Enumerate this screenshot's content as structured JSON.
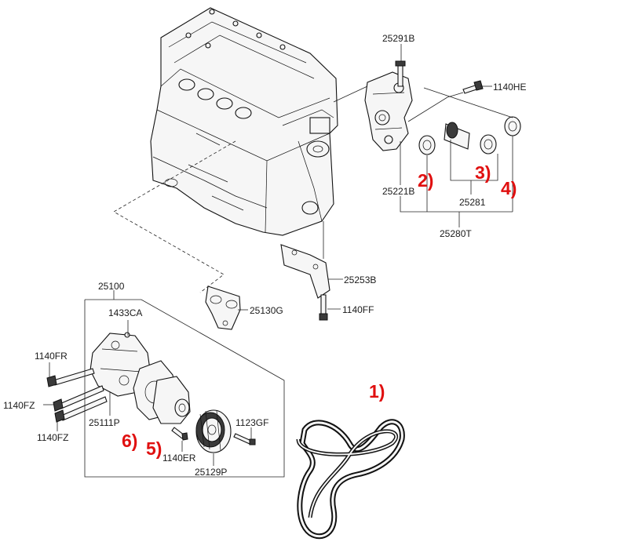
{
  "part_numbers": {
    "p25291B": "25291B",
    "p1140HE": "1140HE",
    "p25221B": "25221B",
    "p25281": "25281",
    "p25280T": "25280T",
    "p25253B": "25253B",
    "p1140FF": "1140FF",
    "p25100": "25100",
    "p1433CA": "1433CA",
    "p25130G": "25130G",
    "p1140FR": "1140FR",
    "p1140FZ_a": "1140FZ",
    "p1140FZ_b": "1140FZ",
    "p25111P": "25111P",
    "p1123GF": "1123GF",
    "p1140ER": "1140ER",
    "p25129P": "25129P"
  },
  "callouts": {
    "c1": "1)",
    "c2": "2)",
    "c3": "3)",
    "c4": "4)",
    "c5": "5)",
    "c6": "6)"
  },
  "colors": {
    "callout": "#e01010",
    "line": "#222222"
  }
}
